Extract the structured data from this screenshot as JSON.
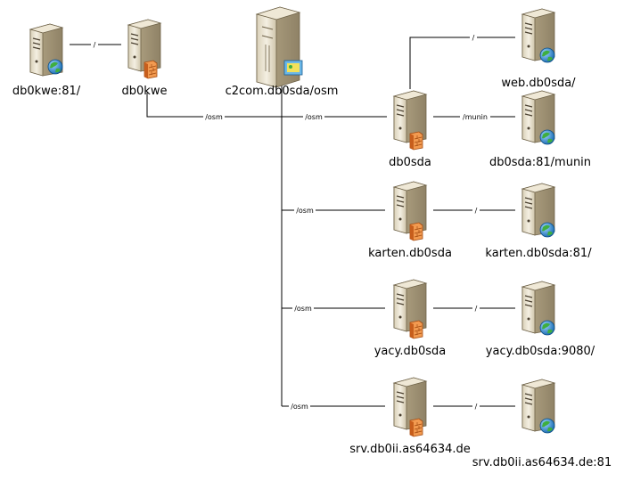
{
  "nodes": {
    "db0kwe_81": {
      "label": "db0kwe:81/",
      "kind": "web"
    },
    "db0kwe": {
      "label": "db0kwe",
      "kind": "proxy"
    },
    "c2com": {
      "label": "c2com.db0sda/osm",
      "kind": "mainframe"
    },
    "db0sda": {
      "label": "db0sda",
      "kind": "proxy"
    },
    "web_db0sda": {
      "label": "web.db0sda/",
      "kind": "web"
    },
    "db0sda_munin": {
      "label": "db0sda:81/munin",
      "kind": "web"
    },
    "karten": {
      "label": "karten.db0sda",
      "kind": "proxy"
    },
    "karten_81": {
      "label": "karten.db0sda:81/",
      "kind": "web"
    },
    "yacy": {
      "label": "yacy.db0sda",
      "kind": "proxy"
    },
    "yacy_9080": {
      "label": "yacy.db0sda:9080/",
      "kind": "web"
    },
    "srv": {
      "label": "srv.db0ii.as64634.de",
      "kind": "proxy"
    },
    "srv_81": {
      "label": "srv.db0ii.as64634.de:81",
      "kind": "web"
    }
  },
  "edges": {
    "kwe_81": "/",
    "kwe_sda_a": "/osm",
    "kwe_sda_b": "/osm",
    "sda_web": "/",
    "sda_munin": "/munin",
    "trunk_karten": "/osm",
    "karten_web": "/",
    "trunk_yacy": "/osm",
    "yacy_web": "/",
    "trunk_srv": "/osm",
    "srv_web": "/"
  },
  "colors": {
    "server_body": "#e8e0cc",
    "server_dark": "#a8987a",
    "firewall": "#e07a30",
    "globe": "#2a8fd0",
    "globe_land": "#3fae3f"
  }
}
